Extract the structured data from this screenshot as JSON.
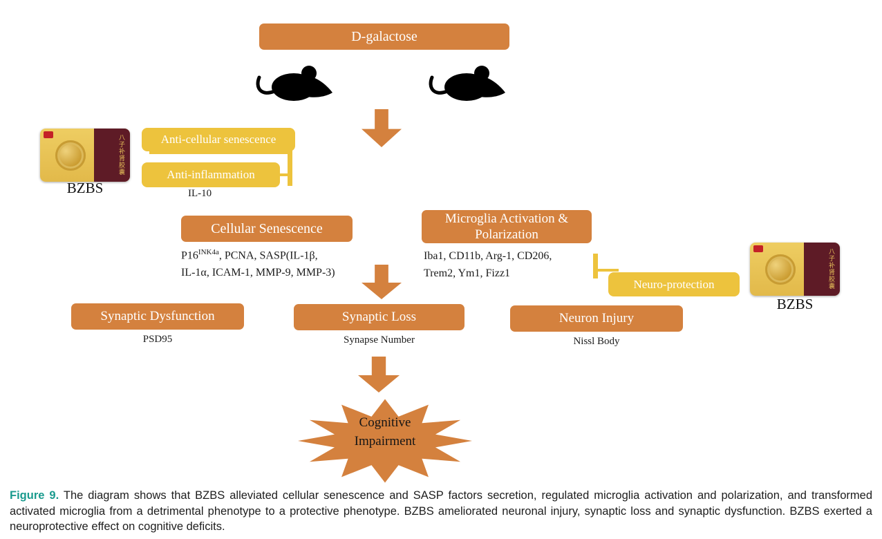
{
  "diagram": {
    "top_box": "D-galactose",
    "bzbs_left": {
      "label": "BZBS",
      "package_text": "八子补肾胶囊"
    },
    "bzbs_right": {
      "label": "BZBS",
      "package_text": "八子补肾胶囊"
    },
    "yellow_boxes": {
      "anti_senescence": "Anti-cellular senescence",
      "anti_inflammation": "Anti-inflammation",
      "neuro_protection": "Neuro-protection"
    },
    "il10": "IL-10",
    "cellular_senescence": {
      "title": "Cellular Senescence",
      "markers_pre": "P16",
      "markers_sup": "INK4a",
      "markers_line1_rest": ", PCNA, SASP(IL-1β,",
      "markers_line2": "IL-1α, ICAM-1, MMP-9, MMP-3)"
    },
    "microglia": {
      "title_line1": "Microglia Activation &",
      "title_line2": "Polarization",
      "markers_line1": "Iba1, CD11b, Arg-1, CD206,",
      "markers_line2": "Trem2, Ym1, Fizz1"
    },
    "outcome_boxes": [
      {
        "title": "Synaptic Dysfunction",
        "marker": "PSD95"
      },
      {
        "title": "Synaptic Loss",
        "marker": "Synapse Number"
      },
      {
        "title": "Neuron Injury",
        "marker": "Nissl Body"
      }
    ],
    "starburst": {
      "line1": "Cognitive",
      "line2": "Impairment"
    }
  },
  "caption": {
    "label": "Figure 9.",
    "text": " The diagram shows that BZBS alleviated cellular senescence and SASP factors secretion, regulated microglia activation and polarization, and transformed activated microglia from a detrimental phenotype to a protective phenotype. BZBS ameliorated neuronal injury, synaptic loss and synaptic dysfunction. BZBS exerted a neuroprotective effect on cognitive deficits."
  },
  "colors": {
    "orange": "#d4813e",
    "yellow": "#edc33d",
    "teal": "#1a9b8e",
    "maroon": "#5e1b26",
    "gold": "#e9c85d"
  }
}
